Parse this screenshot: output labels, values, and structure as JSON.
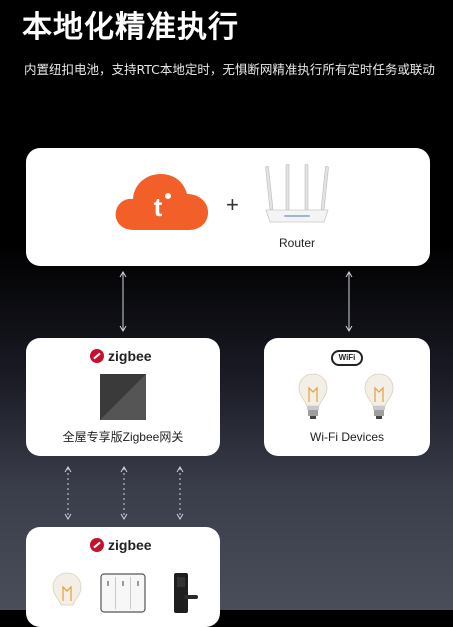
{
  "header": {
    "title": "本地化精准执行",
    "subtitle": "内置纽扣电池，支持RTC本地定时，无惧断网精准执行所有定时任务或联动"
  },
  "cloud_card": {
    "plus": "+",
    "router_label": "Router",
    "logo_letter": "t"
  },
  "gateway_card": {
    "brand": "zigbee",
    "label": "全屋专享版Zigbee网关"
  },
  "wifi_card": {
    "badge": "WiFi",
    "label": "Wi-Fi Devices"
  },
  "devices_card": {
    "brand": "zigbee"
  },
  "colors": {
    "tuya_orange": "#f25f29",
    "zigbee_red": "#c8102e",
    "card_bg": "#ffffff"
  }
}
